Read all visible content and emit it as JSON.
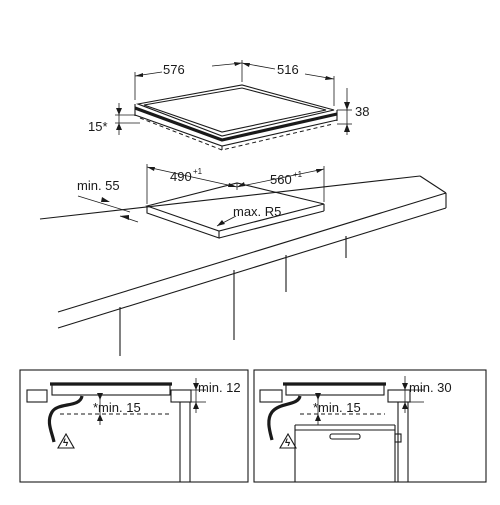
{
  "labels": {
    "width_576": "576",
    "depth_516": "516",
    "height_38": "38",
    "angle_15": "15*",
    "cutout_490": "490",
    "cutout_490_tol": "+1",
    "cutout_560": "560",
    "cutout_560_tol": "+1",
    "min_55": "min. 55",
    "max_r5": "max. R5",
    "left_min_12": "min. 12",
    "left_min_15": "*min. 15",
    "right_min_30": "min. 30",
    "right_min_15": "*min. 15"
  },
  "icons": {
    "hazard": "electric-hazard-icon",
    "cable": "power-cable-icon"
  },
  "colors": {
    "ink": "#1a1a1a",
    "paper": "#ffffff"
  }
}
